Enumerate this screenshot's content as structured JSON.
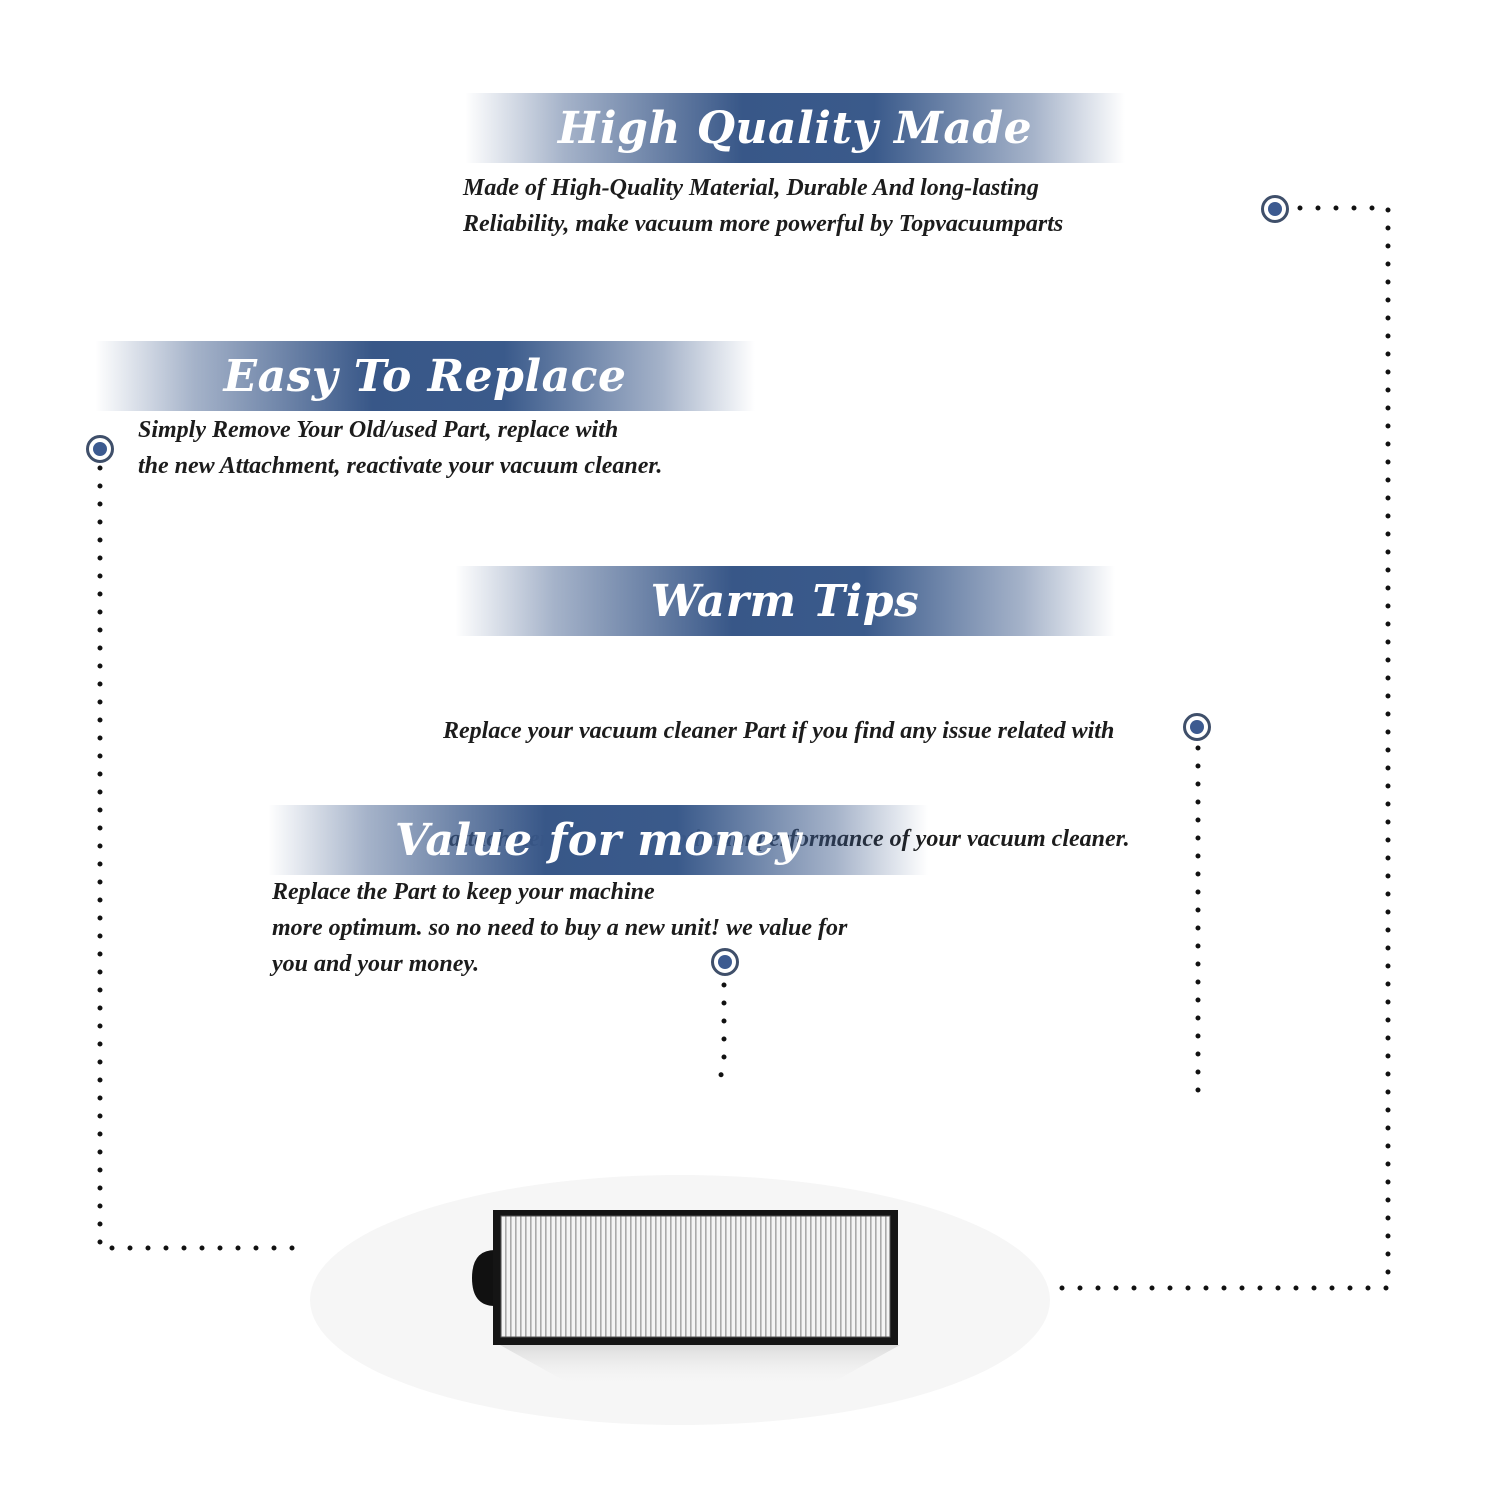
{
  "sections": [
    {
      "heading": "High Quality Made",
      "lines": [
        "Made of  High-Quality Material, Durable And long-lasting",
        "Reliability, make vacuum more powerful by Topvacuumparts"
      ]
    },
    {
      "heading": "Easy To Replace",
      "lines": [
        "Simply Remove Your Old/used Part, replace with",
        "the new Attachment, reactivate your vacuum cleaner."
      ]
    },
    {
      "heading": "Warm Tips",
      "lines": [
        "Replace your vacuum cleaner Part if you find any issue related with",
        " attachment to ensure optimum performance of your vacuum cleaner."
      ]
    },
    {
      "heading": "Value for money",
      "lines": [
        "Replace the Part to keep your machine",
        "more optimum. so no need to buy a new unit! we value for",
        "you and your money."
      ]
    }
  ],
  "colors": {
    "banner": "#385788",
    "marker_center": "#3c5a90",
    "marker_ring": "#3f4f6a",
    "text": "#1c1c1c",
    "dots": "#111111"
  },
  "icons": {
    "marker": "target-dot-icon",
    "product": "hepa-filter-icon"
  }
}
